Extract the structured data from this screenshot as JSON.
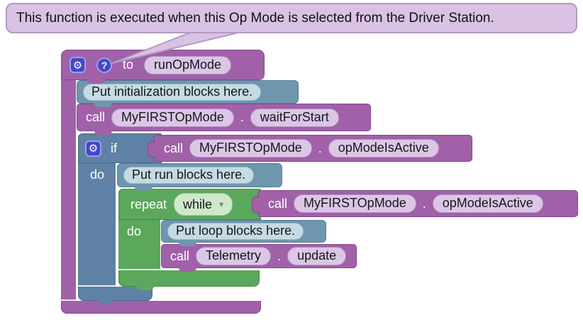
{
  "tooltip": {
    "text": "This function is executed when this Op Mode is selected from the Driver Station."
  },
  "colors": {
    "block_purple": "#a061a8",
    "block_purple_border": "#85478d",
    "block_blue": "#5e81a5",
    "block_blue_border": "#4a6b8d",
    "comment_blue": "#6e96ad",
    "comment_blue_border": "#597f94",
    "comment_field_bg": "#c6dae4",
    "comment_field_border": "#9ab9c8",
    "field_bg": "#dcc6e6",
    "field_border": "#b593c2",
    "block_green": "#5ba75b",
    "block_green_border": "#498c49",
    "dropdown_bg": "#cfe8ca",
    "dropdown_border": "#9fc79b",
    "badge_bg": "#4347c9",
    "badge_border": "#9ca0e8",
    "tooltip_bg": "#d9c2e4",
    "tooltip_border": "#b39ac4"
  },
  "function_block": {
    "gear_icon": "⚙",
    "help_icon": "?",
    "to_label": "to",
    "name": "runOpMode"
  },
  "blocks": {
    "init_comment": "Put initialization blocks here.",
    "call_wait": {
      "call_label": "call",
      "object": "MyFIRSTOpMode",
      "dot": ".",
      "method": "waitForStart"
    },
    "if_block": {
      "gear_icon": "⚙",
      "if_label": "if",
      "do_label": "do"
    },
    "if_condition": {
      "call_label": "call",
      "object": "MyFIRSTOpMode",
      "dot": ".",
      "method": "opModeIsActive"
    },
    "run_comment": "Put run blocks here.",
    "repeat_block": {
      "repeat_label": "repeat",
      "mode": "while",
      "caret": "▾",
      "do_label": "do"
    },
    "repeat_condition": {
      "call_label": "call",
      "object": "MyFIRSTOpMode",
      "dot": ".",
      "method": "opModeIsActive"
    },
    "loop_comment": "Put loop blocks here.",
    "call_update": {
      "call_label": "call",
      "object": "Telemetry",
      "dot": ".",
      "method": "update"
    }
  }
}
